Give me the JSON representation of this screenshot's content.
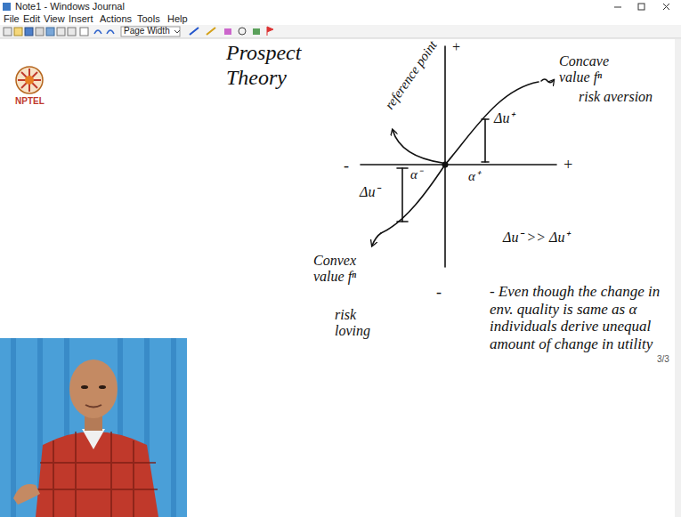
{
  "diagram": {
    "labels": [
      "Note1 - Windows Journal",
      "File",
      "Edit",
      "View",
      "Insert",
      "Actions",
      "Tools",
      "Help",
      "Page Width",
      "NPTEL",
      "Prospect Theory",
      "reference point",
      "+",
      "Concave value fⁿ",
      "risk aversion",
      "Δu⁺",
      "-",
      "α⁻",
      "α⁺",
      "+",
      "Δu⁻",
      "Δu⁻ >> Δu⁺",
      "Convex value fⁿ",
      "risk loving",
      "-",
      "- Even though the change in env. quality is same as α individuals derive unequal amount of change in utility",
      "3/3"
    ]
  }
}
